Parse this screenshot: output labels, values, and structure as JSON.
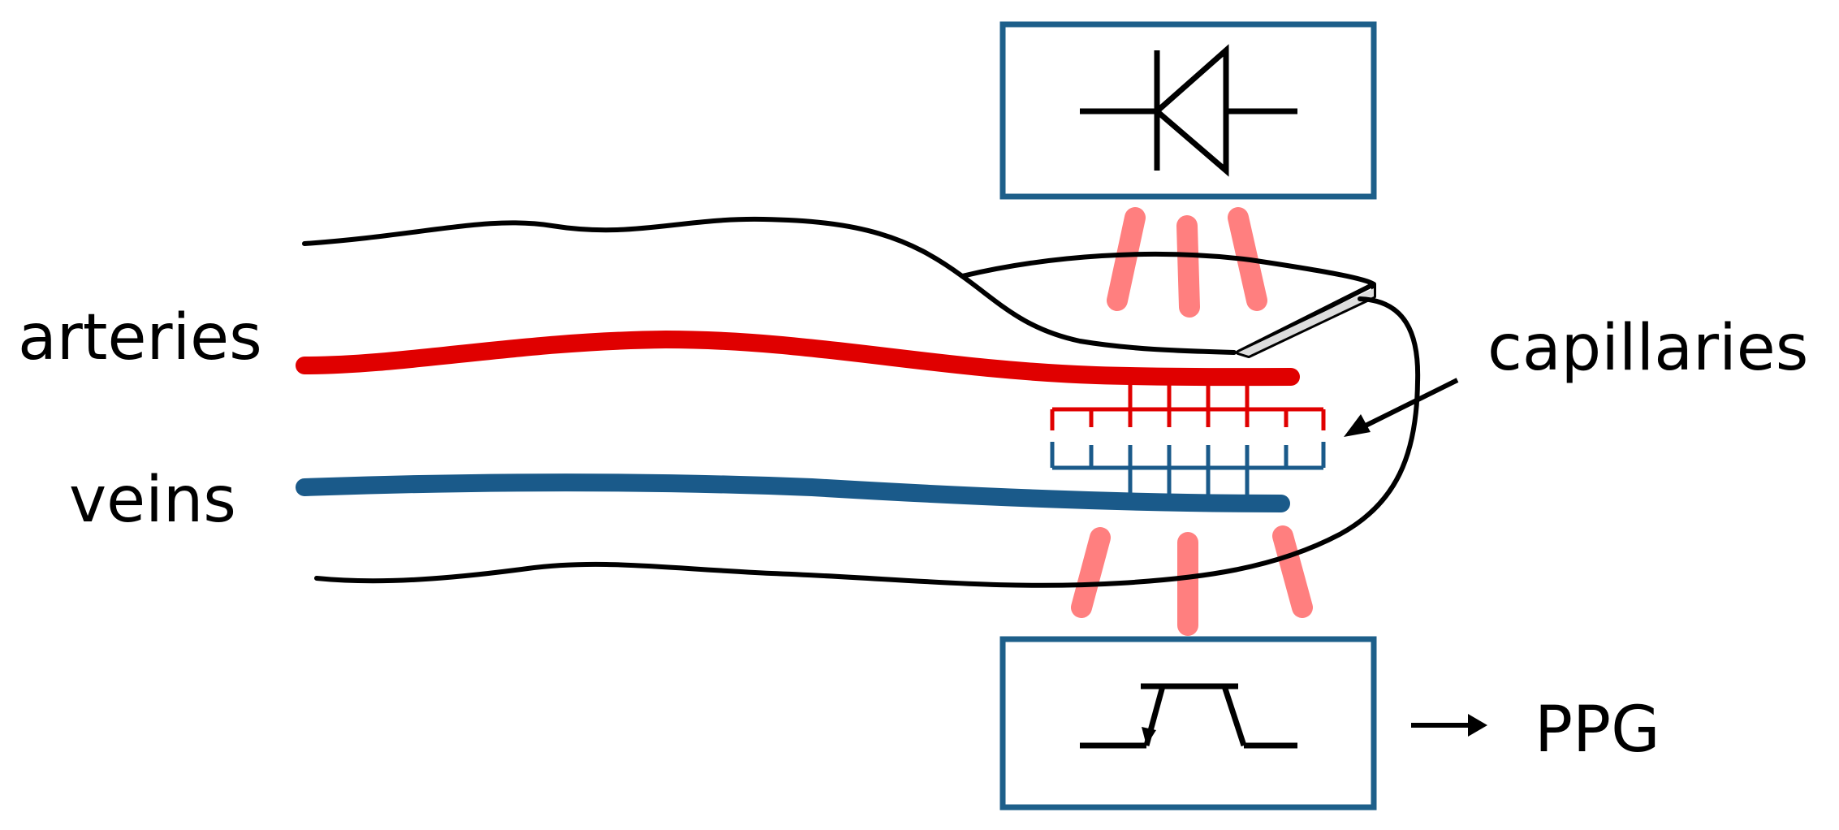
{
  "labels": {
    "arteries": "arteries",
    "veins": "veins",
    "capillaries": "capillaries",
    "output": "PPG"
  },
  "components": {
    "top_box": {
      "icon": "diode-symbol-icon"
    },
    "bottom_box": {
      "icon": "phototransistor-symbol-icon"
    }
  },
  "colors": {
    "artery": "#e00000",
    "vein": "#1a5a8a",
    "box_border": "#1d5f8a",
    "light_ray": "#ff7f7f",
    "outline": "#000000"
  }
}
